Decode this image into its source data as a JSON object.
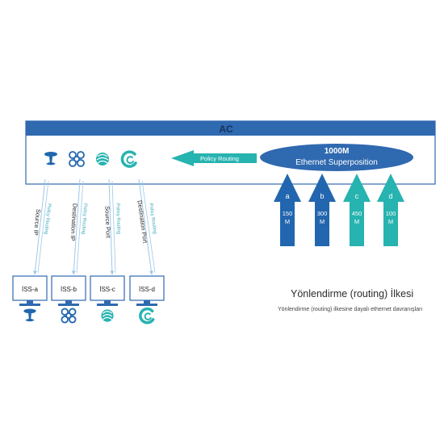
{
  "colors": {
    "ac_band": "#2f69b0",
    "ac_panel_border": "#2f69b0",
    "dark_blue": "#2166ae",
    "teal": "#27b3b0",
    "link_line": "#9cc9e8",
    "oval": "#2f69b0"
  },
  "ac": {
    "title": "AC",
    "oval_line1": "1000M",
    "oval_line2": "Ethernet Superposition",
    "policy_arrow_label": "Policy Routing"
  },
  "carrier_icons": [
    {
      "icon": "china-telecom-icon"
    },
    {
      "icon": "china-unicom-icon"
    },
    {
      "icon": "china-mobile-icon"
    },
    {
      "icon": "china-tietong-icon"
    }
  ],
  "bandwidth_arrows": [
    {
      "letter": "a",
      "value": "150",
      "unit": "M",
      "color": "dark_blue"
    },
    {
      "letter": "b",
      "value": "300",
      "unit": "M",
      "color": "dark_blue"
    },
    {
      "letter": "c",
      "value": "450",
      "unit": "M",
      "color": "teal"
    },
    {
      "letter": "d",
      "value": "100",
      "unit": "M",
      "color": "teal"
    }
  ],
  "links": [
    {
      "dark_label": "Source IP",
      "policy_label": "Policy Routing"
    },
    {
      "dark_label": "Destination IP",
      "policy_label": "Policy Routing"
    },
    {
      "dark_label": "Source Port",
      "policy_label": "Policy Routing"
    },
    {
      "dark_label": "Destination Port",
      "policy_label": "Policy Routing"
    }
  ],
  "isps": [
    {
      "label": "İSS-a",
      "icon": "china-telecom-icon"
    },
    {
      "label": "İSS-b",
      "icon": "china-unicom-icon"
    },
    {
      "label": "İSS-c",
      "icon": "china-mobile-icon"
    },
    {
      "label": "İSS-d",
      "icon": "china-tietong-icon"
    }
  ],
  "caption": {
    "title": "Yönlendirme (routing) İlkesi",
    "subtitle": "Yönlendirme (routing) ilkesine dayalı ethernet davranışları"
  }
}
